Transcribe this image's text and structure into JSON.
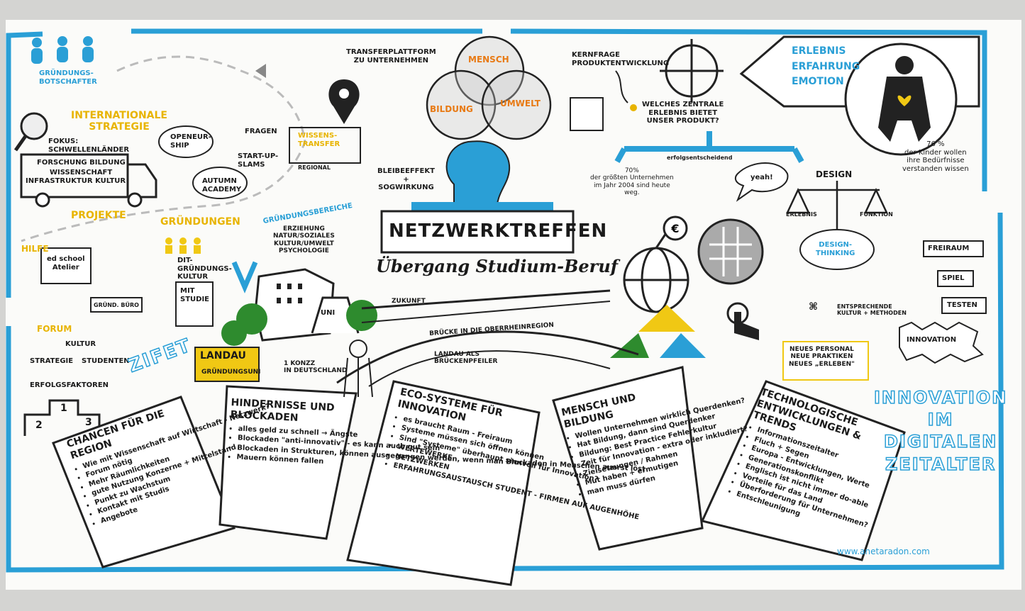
{
  "top_left": {
    "ambassadors": "GRÜNDUNGS-\nBOTSCHAFTER",
    "international_title": "INTERNATIONALE\nSTRATEGIE",
    "focus": "FOKUS:\nSCHWELLENLÄNDER",
    "truck_text": [
      "FORSCHUNG BILDUNG",
      "WISSENSCHAFT",
      "INFRASTRUKTUR KULTUR"
    ],
    "openeurship": "OPENEUR-\nSHIP",
    "fragen": "FRAGEN",
    "startup_slams": "START-UP-\nSLAMS",
    "autumn_academy": "AUTUMN\nACADEMY",
    "projekte": "PROJEKTE",
    "gruendungen": "GRÜNDUNGEN",
    "hilfe": "HILFE",
    "ed_school": "ed school\nAtelier",
    "grund_buero": "GRÜND. BÜRO",
    "gruendungskultur": "DIT-\nGRÜNDUNGS-\nKULTUR",
    "mit_studie": "MIT\nSTUDIE",
    "forum": "FORUM",
    "kultur": "KULTUR",
    "strategie": "STRATEGIE",
    "studenten": "STUDENTEN",
    "erfolgsfaktoren": "ERFOLGSFAKTOREN",
    "zifet": "ZIFET",
    "podium": [
      "2",
      "1",
      "3"
    ]
  },
  "center": {
    "transfer_platform": "TRANSFERPLATTFORM\nZU UNTERNEHMEN",
    "wissenstransfer": "WISSENS-\nTRANSFER",
    "regional": "REGIONAL",
    "bleibeeffekt": "BLEIBEEFFEKT\n+\nSOGWIRKUNG",
    "venn": [
      "MENSCH",
      "BILDUNG",
      "UMWELT"
    ],
    "title": "NETZWERKTREFFEN",
    "subtitle": "Übergang Studium-Beruf",
    "gruendungsbereiche": "GRÜNDUNGSBEREICHE",
    "bereiche_list": "ERZIEHUNG\nNATUR/SOZIALES\nKULTUR/UMWELT\nPSYCHOLOGIE",
    "uni": "UNI",
    "zukunft": "ZUKUNFT",
    "bruecke": "BRÜCKE IN DIE OBERRHEINREGION",
    "landau": "LANDAU",
    "gruendungsuni": "GRÜNDUNGSUNI",
    "konzz": "1 KONZZ\nIN DEUTSCHLAND",
    "landau_pfeiler": "LANDAU ALS\nBRÜCKENPFEILER"
  },
  "top_right": {
    "kernfrage": "KERNFRAGE\nPRODUKTENTWICKLUNG",
    "zentrale_frage": "WELCHES ZENTRALE\nERLEBNIS BIETET\nUNSER PRODUKT?",
    "erfolgsentscheidend": "erfolgsentscheidend",
    "stat70": "70%\nder größten Unternehmen\nim Jahr 2004 sind heute\nweg.",
    "yeah": "yeah!",
    "erlebnis_list": "ERLEBNIS\nERFAHRUNG\nEMOTION",
    "stat76": "76 %\nder Kinder wollen\nihre Bedürfnisse\nverstanden wissen",
    "design": "DESIGN",
    "erlebnis": "ERLEBNIS",
    "funktion": "FUNKTION",
    "design_thinking": "DESIGN-\nTHINKING",
    "freiraum": "FREIRAUM",
    "spiel": "SPIEL",
    "testen": "TESTEN",
    "kultur_methoden": "ENTSPRECHENDE\nKULTUR + METHODEN",
    "innovation": "INNOVATION",
    "neues_personal": "NEUES PERSONAL\nNEUE PRAKTIKEN\nNEUES „ERLEBEN\"",
    "innovation_digital": "INNOVATION\nIM\nDIGITALEN\nZEITALTER",
    "website": "www.anetaradon.com"
  },
  "notes": [
    {
      "title": "CHANCEN FÜR DIE REGION",
      "items": [
        "Wie mit Wissenschaft auf Wirtschaft - Netzwerk?",
        "Forum nötig",
        "Mehr Räumlichkeiten",
        "gute Nutzung Konzerne + Mittelstand",
        "Punkt zu Wachstum",
        "Kontakt mit Studis",
        "Angebote"
      ]
    },
    {
      "title": "HINDERNISSE UND BLOCKADEN",
      "items": [
        "alles geld zu schnell → Ängste",
        "Blockaden \"anti-innovativ\" - es kann auch gut sein",
        "Blockaden in Strukturen, können ausgegangen werden, wenn man Blockaden in Menschen auerst löst",
        "Mauern können fallen"
      ]
    },
    {
      "title": "ECO-SYSTEME FÜR INNOVATION",
      "items": [
        "es braucht Raum - Freiraum",
        "Systeme müssen sich öffnen können",
        "Sind \"Systeme\" überhaupt sinnvoll für Innovation?",
        "WERTEWERKE",
        "NETZWERKEN",
        "ERFAHRUNGSAUSTAUSCH STUDENT - FIRMEN AUF AUGENHÖHE"
      ]
    },
    {
      "title": "MENSCH UND BILDUNG",
      "items": [
        "Wollen Unternehmen wirklich Querdenken?",
        "Hat Bildung, dann sind Querdenker",
        "Bildung: Best Practice Fehlerkultur",
        "Zeit für Innovation - extra oder inkludiert?",
        "Zielsetzungen / Rahmen",
        "Mut haben + ermutigen",
        "man muss dürfen"
      ]
    },
    {
      "title": "TECHNOLOGISCHE ENTWICKLUNGEN & TRENDS",
      "items": [
        "Informationszeitalter",
        "Fluch + Segen",
        "Europa - Entwicklungen, Werte",
        "Generationskonflikt",
        "Englisch ist nicht immer do-able",
        "Vorteile für das Land",
        "Überforderung für Unternehmen?",
        "Entschleunigung"
      ]
    }
  ],
  "colors": {
    "blue": "#2a9fd6",
    "yellow": "#e8b400",
    "orange": "#e87a14",
    "green": "#2e8b2e",
    "black": "#1a1a1a"
  }
}
